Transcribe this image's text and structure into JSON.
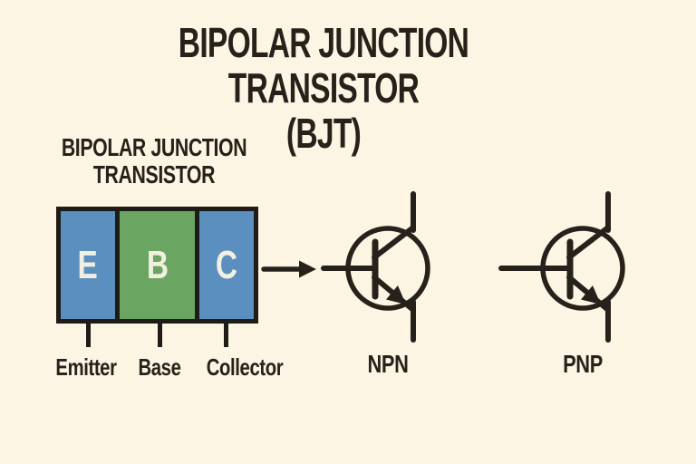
{
  "title": {
    "line1": "BIPOLAR JUNCTION TRANSISTOR",
    "line2": "(BJT)"
  },
  "subtitle": {
    "line1": "BIPOLAR JUNCTION",
    "line2": "TRANSISTOR"
  },
  "block_diagram": {
    "regions": [
      {
        "letter": "E",
        "label": "Emitter",
        "color": "#5b8fbf"
      },
      {
        "letter": "B",
        "label": "Base",
        "color": "#6aa662"
      },
      {
        "letter": "C",
        "label": "Collector",
        "color": "#5b8fbf"
      }
    ]
  },
  "symbols": [
    {
      "label": "NPN",
      "fill": "#5b8fbf"
    },
    {
      "label": "PNP",
      "fill": "#6aa662"
    }
  ],
  "colors": {
    "background": "#fcf5e3",
    "stroke": "#26211a",
    "text": "#26211a",
    "block_frame": "#1f1b16",
    "block_letter": "#f1efe0"
  }
}
